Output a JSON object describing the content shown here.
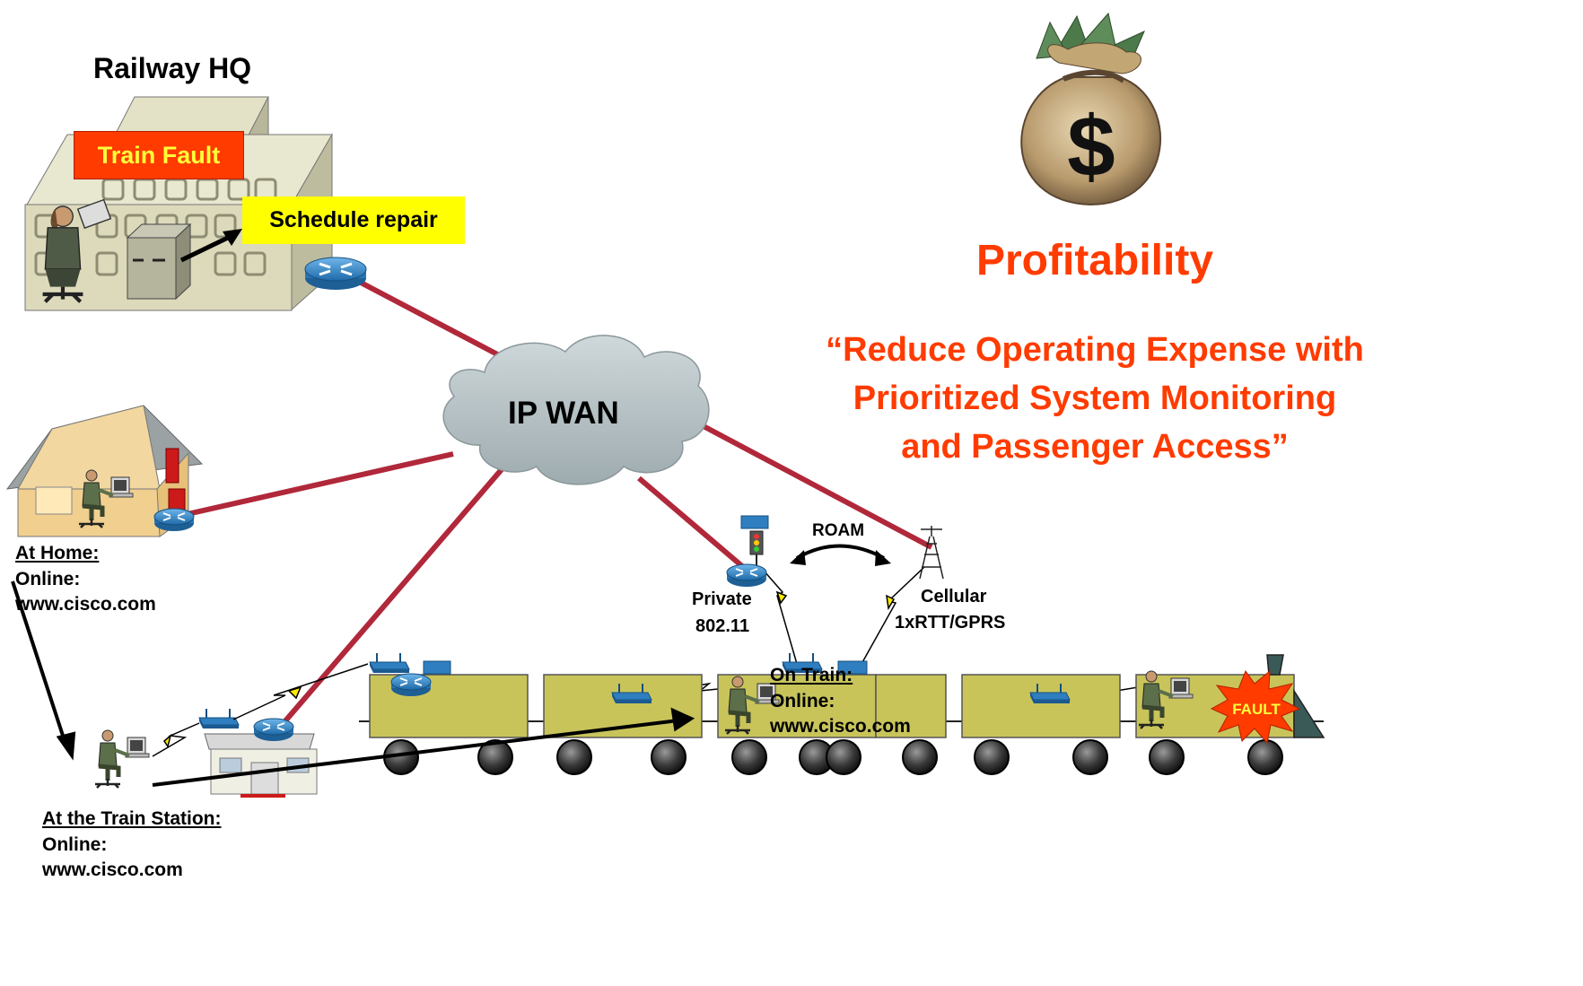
{
  "hq": {
    "title": "Railway HQ",
    "fault_callout": "Train Fault",
    "repair_callout": "Schedule repair"
  },
  "wan": {
    "label": "IP WAN"
  },
  "profit": {
    "title": "Profitability",
    "quote_lines": [
      "“Reduce Operating Expense with",
      "Prioritized System Monitoring",
      "and Passenger Access”"
    ],
    "dollar_symbol": "$"
  },
  "home": {
    "heading": "At Home:",
    "status": "Online:",
    "site": "www.cisco.com"
  },
  "station": {
    "heading": "At the Train Station:",
    "status": "Online:",
    "site": "www.cisco.com"
  },
  "train": {
    "heading": "On Train:",
    "status": "Online:",
    "site": "www.cisco.com",
    "fault_badge": "FAULT"
  },
  "wireless": {
    "roam": "ROAM",
    "private_line1": "Private",
    "private_line2": "802.11",
    "cellular_line1": "Cellular",
    "cellular_line2": "1xRTT/GPRS"
  },
  "colors": {
    "link": "#b0283a",
    "train_car": "#c8c45a",
    "accent_red": "#ff3b00",
    "router_blue": "#2f7fc0",
    "cloud": "#b8c4c8"
  }
}
